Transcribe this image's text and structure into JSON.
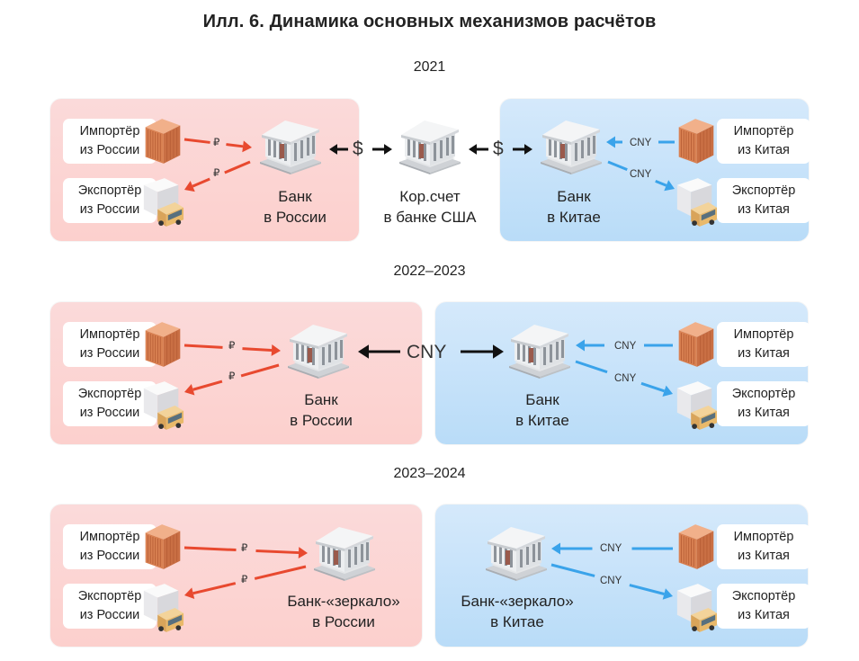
{
  "title": "Илл. 6. Динамика основных механизмов расчётов",
  "colors": {
    "russia_arrow": "#e8492f",
    "china_arrow": "#3aa3ea",
    "black_arrow": "#111111",
    "russia_panel": "#fcd6d4",
    "china_panel": "#c7e2fa"
  },
  "sections": [
    {
      "year": "2021",
      "russia": {
        "importer": [
          "Импортёр",
          "из России"
        ],
        "exporter": [
          "Экспортёр",
          "из России"
        ],
        "bank": [
          "Банк",
          "в России"
        ],
        "currency_in": "₽",
        "currency_out": "₽"
      },
      "middle": {
        "bank": [
          "Кор.счет",
          "в банке США"
        ],
        "left_currency": "$",
        "right_currency": "$"
      },
      "china": {
        "importer": [
          "Импортёр",
          "из Китая"
        ],
        "exporter": [
          "Экспортёр",
          "из Китая"
        ],
        "bank": [
          "Банк",
          "в Китае"
        ],
        "currency_in": "CNY",
        "currency_out": "CNY"
      }
    },
    {
      "year": "2022–2023",
      "russia": {
        "importer": [
          "Импортёр",
          "из России"
        ],
        "exporter": [
          "Экспортёр",
          "из России"
        ],
        "bank": [
          "Банк",
          "в России"
        ],
        "currency_in": "₽",
        "currency_out": "₽"
      },
      "middle": {
        "currency": "CNY"
      },
      "china": {
        "importer": [
          "Импортёр",
          "из Китая"
        ],
        "exporter": [
          "Экспортёр",
          "из Китая"
        ],
        "bank": [
          "Банк",
          "в Китае"
        ],
        "currency_in": "CNY",
        "currency_out": "CNY"
      }
    },
    {
      "year": "2023–2024",
      "russia": {
        "importer": [
          "Импортёр",
          "из России"
        ],
        "exporter": [
          "Экспортёр",
          "из России"
        ],
        "bank": [
          "Банк-«зеркало»",
          "в России"
        ],
        "currency_in": "₽",
        "currency_out": "₽"
      },
      "china": {
        "importer": [
          "Импортёр",
          "из Китая"
        ],
        "exporter": [
          "Экспортёр",
          "из Китая"
        ],
        "bank": [
          "Банк-«зеркало»",
          "в Китае"
        ],
        "currency_in": "CNY",
        "currency_out": "CNY"
      }
    }
  ],
  "icons": {
    "bank": "bank-building-icon",
    "container": "shipping-container-icon",
    "truck": "delivery-truck-icon"
  }
}
